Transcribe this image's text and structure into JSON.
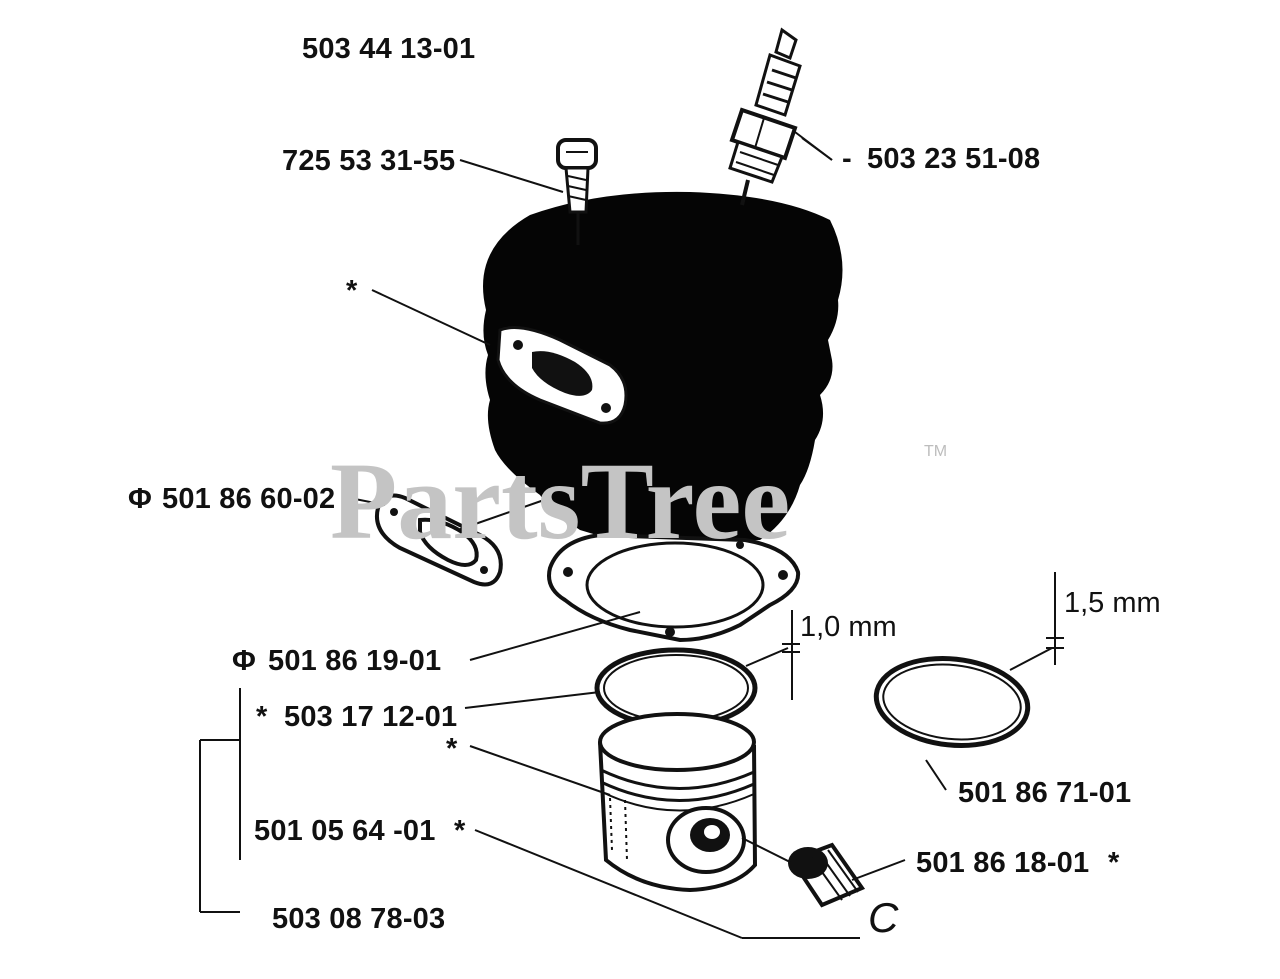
{
  "diagram": {
    "part_numbers": {
      "kit": "503 44 13-01",
      "screw": "725 53 31-55",
      "spark_plug": "503 23 51-08",
      "exhaust_gasket": "501 86 60-02",
      "base_gasket": "501 86 19-01",
      "piston_ring": "503 17 12-01",
      "piston": "501 05 64 -01",
      "piston_kit": "503 08 78-03",
      "ring_15": "501 86 71-01",
      "needle_bearing": "501 86 18-01"
    },
    "dimensions": {
      "ring_thickness_a": "1,0 mm",
      "ring_thickness_b": "1,5 mm"
    },
    "symbols": {
      "asterisk": "*",
      "replacement_mark": "Φ",
      "circlip_letter": "C"
    },
    "watermark": {
      "text": "PartsTree",
      "tm": "TM"
    },
    "colors": {
      "ink": "#111111",
      "watermark": "#c4c4c4",
      "background": "#ffffff"
    }
  }
}
